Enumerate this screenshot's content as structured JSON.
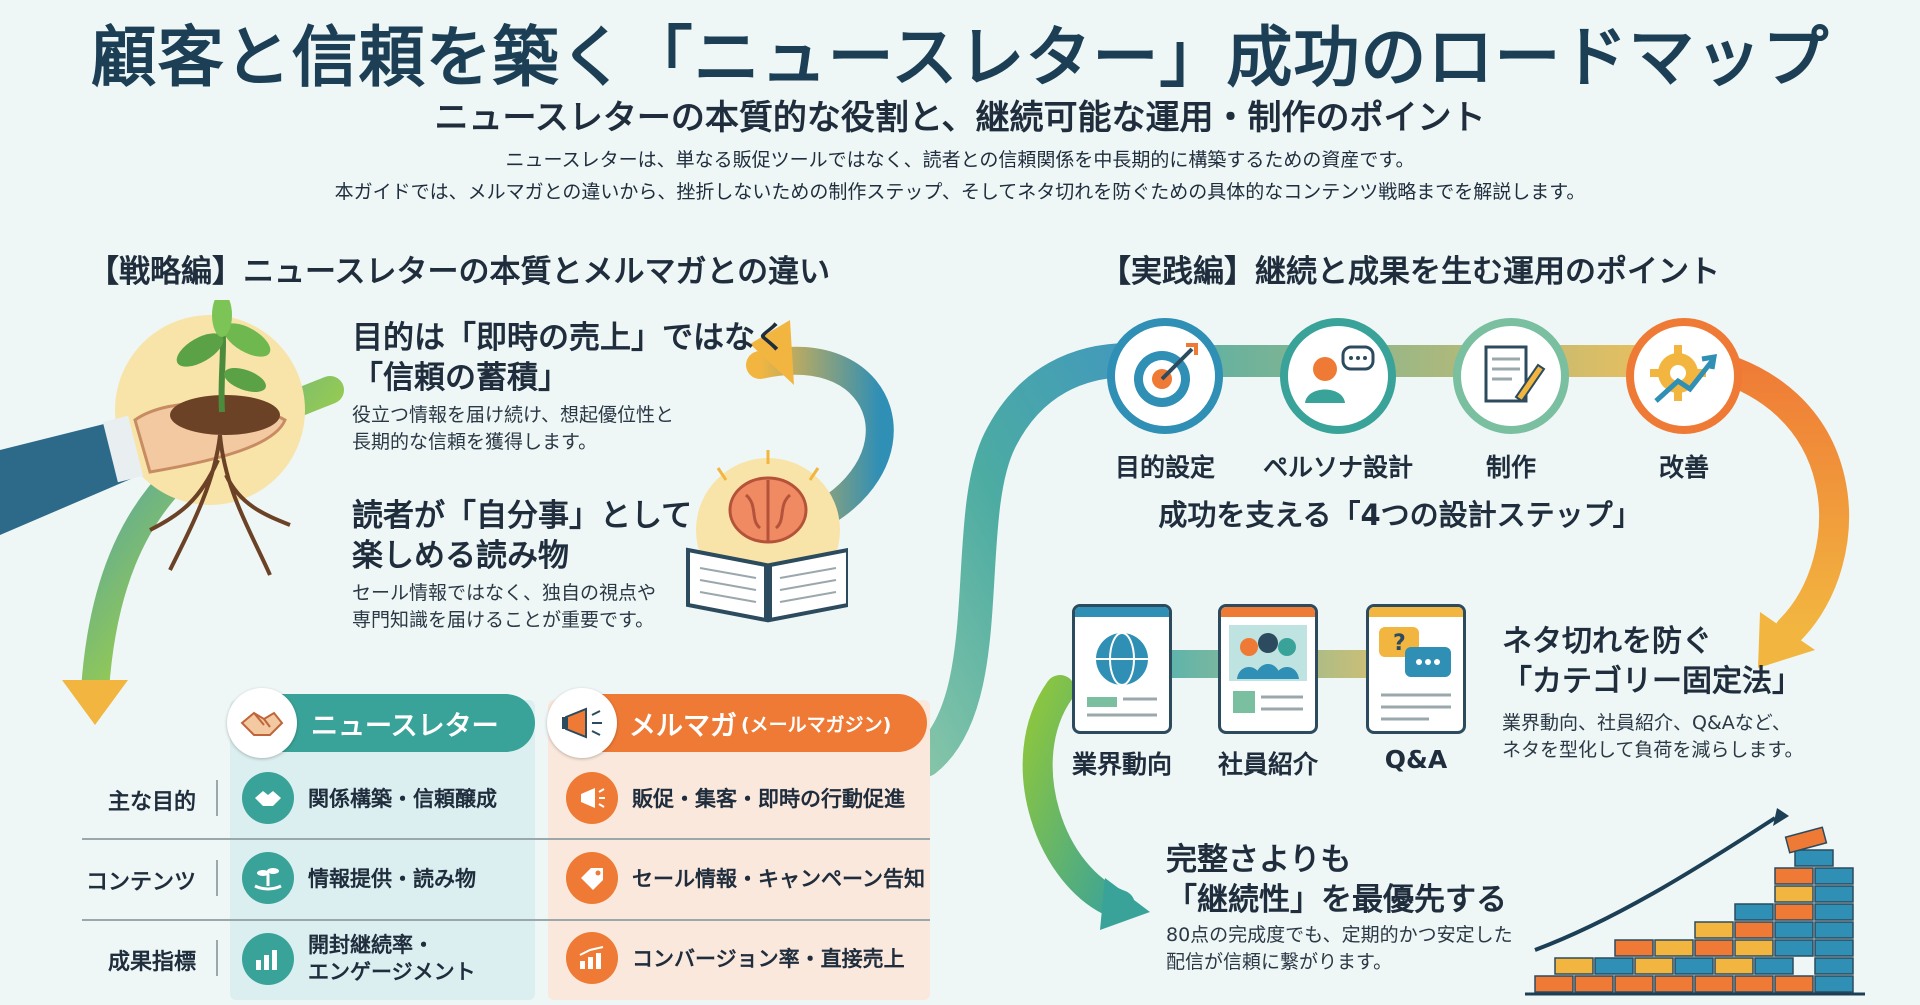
{
  "title": "顧客と信頼を築く「ニュースレター」成功のロードマップ",
  "subtitle": "ニュースレターの本質的な役割と、継続可能な運用・制作のポイント",
  "intro": [
    "ニュースレターは、単なる販促ツールではなく、読者との信頼関係を中長期的に構築するための資産です。",
    "本ガイドでは、メルマガとの違いから、挫折しないための制作ステップ、そしてネタ切れを防ぐための具体的なコンテンツ戦略までを解説します。"
  ],
  "strategy": {
    "heading": "【戦略編】ニュースレターの本質とメルマガとの違い",
    "point1": {
      "title_l1": "目的は「即時の売上」ではなく",
      "title_l2": "「信頼の蓄積」",
      "text_l1": "役立つ情報を届け続け、想起優位性と",
      "text_l2": "長期的な信頼を獲得します。"
    },
    "point2": {
      "title_l1": "読者が「自分事」として",
      "title_l2": "楽しめる読み物",
      "text_l1": "セール情報ではなく、独自の視点や",
      "text_l2": "専門知識を届けることが重要です。"
    },
    "compare": {
      "newsletter_label": "ニュースレター",
      "mailmag_label": "メルマガ",
      "mailmag_sub": "(メールマガジン)",
      "rows": [
        {
          "label": "主な目的",
          "newsletter": "関係構築・信頼醸成",
          "mailmag": "販促・集客・即時の行動促進"
        },
        {
          "label": "コンテンツ",
          "newsletter": "情報提供・読み物",
          "mailmag": "セール情報・キャンペーン告知"
        },
        {
          "label": "成果指標",
          "newsletter_l1": "開封継続率・",
          "newsletter_l2": "エンゲージメント",
          "mailmag": "コンバージョン率・直接売上"
        }
      ]
    }
  },
  "practice": {
    "heading": "【実践編】継続と成果を生む運用のポイント",
    "steps": [
      "目的設定",
      "ペルソナ設計",
      "制作",
      "改善"
    ],
    "steps_caption": "成功を支える「4つの設計ステップ」",
    "categories": [
      "業界動向",
      "社員紹介",
      "Q&A"
    ],
    "category_method": {
      "title_l1": "ネタ切れを防ぐ",
      "title_l2": "「カテゴリー固定法」",
      "text_l1": "業界動向、社員紹介、Q&Aなど、",
      "text_l2": "ネタを型化して負荷を減らします。"
    },
    "continuity": {
      "title_l1": "完整さよりも",
      "title_l2": "「継続性」を最優先する",
      "text_l1": "80点の完成度でも、定期的かつ安定した",
      "text_l2": "配信が信頼に繋がります。"
    }
  },
  "colors": {
    "teal": "#3aa399",
    "orange": "#ef7a36",
    "navy": "#1c3f55",
    "yellow": "#f2b640",
    "blue": "#2f8fb5"
  }
}
